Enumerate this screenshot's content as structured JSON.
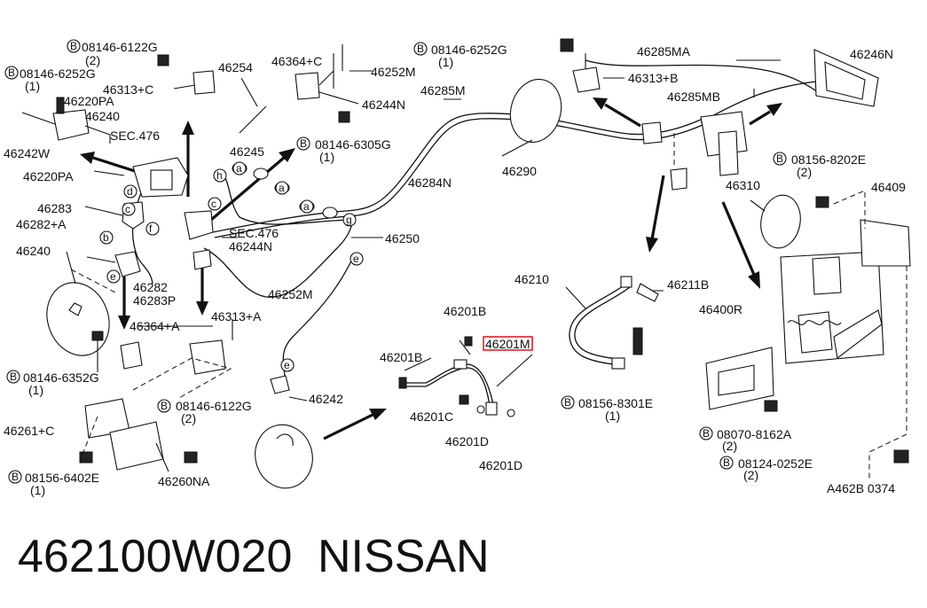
{
  "footer": {
    "part_number": "462100W020",
    "brand": "NISSAN"
  },
  "highlight": {
    "label": "46201M",
    "color": "#e0202a"
  },
  "labels": {
    "b1": "08146-6122G",
    "b1q": "(2)",
    "b2": "08146-6252G",
    "b2q": "(1)",
    "l46313C": "46313+C",
    "l46220PA_a": "46220PA",
    "l46240_a": "46240",
    "l46242W": "46242W",
    "sec476_a": "SEC.476",
    "l46220PA_b": "46220PA",
    "l46283": "46283",
    "l46282A": "46282+A",
    "l46240_b": "46240",
    "l46282": "46282",
    "l46283P": "46283P",
    "l46254": "46254",
    "l46364C": "46364+C",
    "l46252M_a": "46252M",
    "l46244N_a": "46244N",
    "l46245": "46245",
    "b3": "08146-6305G",
    "b3q": "(1)",
    "sec476_b": "SEC.476",
    "l46244N_b": "46244N",
    "l46250": "46250",
    "l46252M_b": "46252M",
    "l46364A": "46364+A",
    "l46313A": "46313+A",
    "b4": "08146-6352G",
    "b4q": "(1)",
    "b5": "08146-6122G",
    "b5q": "(2)",
    "l46261C": "46261+C",
    "b6": "08156-6402E",
    "b6q": "(1)",
    "l46260NA": "46260NA",
    "l46242": "46242",
    "b7": "08146-6252G",
    "b7q": "(1)",
    "l46313B": "46313+B",
    "l46285MA": "46285MA",
    "l46246N": "46246N",
    "l46285M": "46285M",
    "l46285MB": "46285MB",
    "l46290": "46290",
    "l46284N": "46284N",
    "b8": "08156-8202E",
    "b8q": "(2)",
    "l46310": "46310",
    "l46409": "46409",
    "l46210": "46210",
    "l46211B": "46211B",
    "l46201B_a": "46201B",
    "l46201M": "46201M",
    "l46201B_b": "46201B",
    "l46201C": "46201C",
    "l46201D_a": "46201D",
    "l46201D_b": "46201D",
    "b9": "08156-8301E",
    "b9q": "(1)",
    "l46400R": "46400R",
    "b10": "08070-8162A",
    "b10q": "(2)",
    "b11": "08124-0252E",
    "b11q": "(2)",
    "ref": "A462B 0374"
  },
  "bolt_symbol": "B",
  "callouts": {
    "a": "a",
    "b": "b",
    "c": "c",
    "d": "d",
    "e": "e",
    "f": "f",
    "g": "g",
    "h": "h"
  }
}
